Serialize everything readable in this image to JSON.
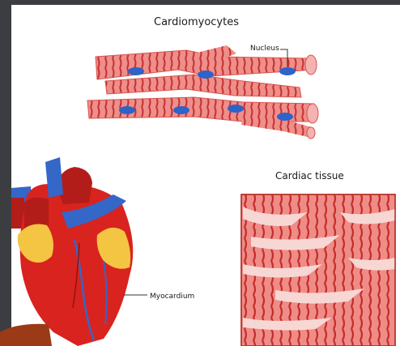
{
  "diagram": {
    "title": "Cardiomyocytes",
    "nucleus_label": "Nucleus",
    "tissue_label": "Cardiac tissue",
    "myocardium_label": "Myocardium"
  },
  "colors": {
    "slide_background": "#3b3d40",
    "panel_background": "#ffffff",
    "muscle_fiber": "#ef8e8a",
    "muscle_striation": "#c3322f",
    "nucleus": "#2e63c9",
    "heart_red": "#d9231f",
    "vessel_blue": "#3467c8",
    "fat_yellow": "#f4c542",
    "corner_shape": "#9b3a16"
  }
}
